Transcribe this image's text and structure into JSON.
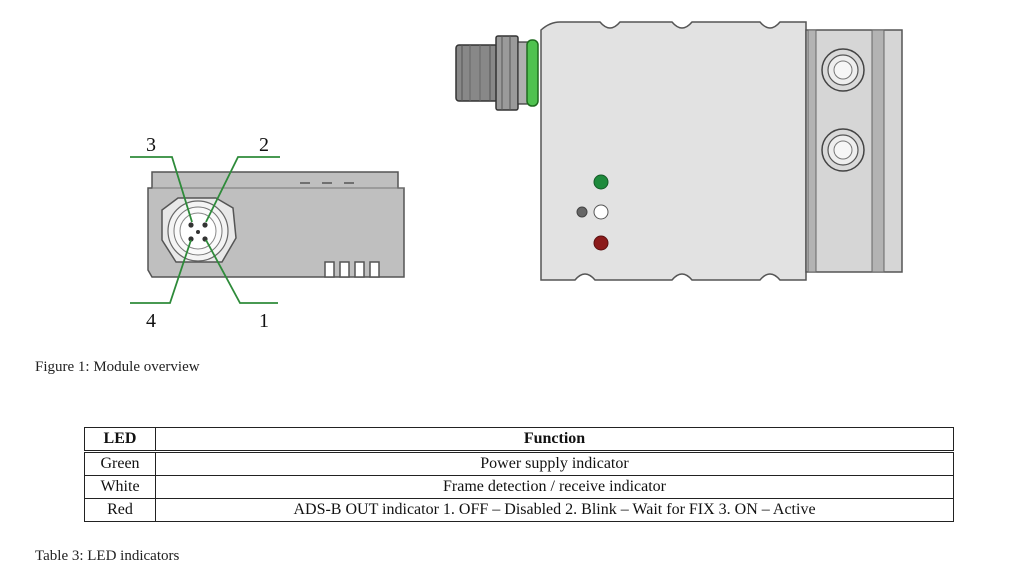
{
  "figure": {
    "pin_labels": [
      "1",
      "2",
      "3",
      "4"
    ],
    "led_colors": {
      "green": "#1e8a3c",
      "white": "#ffffff",
      "red": "#8b1a1a",
      "gray": "#666666"
    },
    "caption": "Figure 1: Module overview"
  },
  "table": {
    "headers": [
      "LED",
      "Function"
    ],
    "rows": [
      {
        "led": "Green",
        "function": "Power supply indicator"
      },
      {
        "led": "White",
        "function": "Frame detection / receive indicator"
      },
      {
        "led": "Red",
        "function": "ADS-B OUT indicator 1. OFF – Disabled 2. Blink – Wait for FIX 3. ON – Active"
      }
    ],
    "caption": "Table 3: LED indicators"
  }
}
